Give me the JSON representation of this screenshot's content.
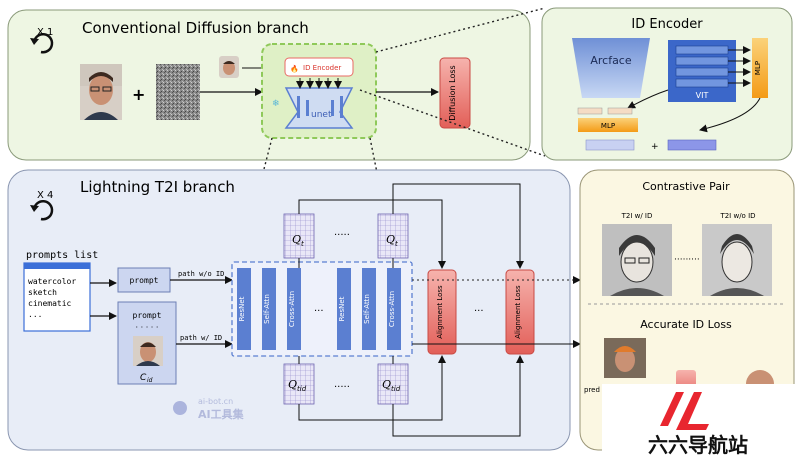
{
  "conventional": {
    "repeat": "X 1",
    "title": "Conventional Diffusion branch",
    "plus": "+",
    "id_encoder_inner": "ID Encoder",
    "unet": "unet",
    "diffusion_loss": "Diffusion Loss"
  },
  "id_encoder": {
    "title": "ID Encoder",
    "arcface": "Arcface",
    "vit": "VIT",
    "mlp_right": "MLP",
    "mlp_left": "MLP",
    "plus": "+"
  },
  "lightning": {
    "repeat": "X 4",
    "title": "Lightning T2I branch",
    "prompts_list_label": "prompts list",
    "prompts": [
      "watercolor",
      "sketch",
      "cinematic",
      "..."
    ],
    "prompt_top": "prompt",
    "prompt_bottom": "prompt",
    "cid": "C",
    "cid_sub": "id",
    "path_without_id": "path w/o ID",
    "path_with_id": "path w/ ID",
    "blocks": [
      "ResNet",
      "Self-Attn",
      "Cross-Attn",
      "ResNet",
      "Self-Attn",
      "Cross-Attn"
    ],
    "dots": "·····",
    "qt": "Q",
    "qt_sub": "t",
    "qtid_sub": "tid",
    "alignment_loss_1": "Alignment Loss",
    "alignment_loss_2": "Alignment Loss"
  },
  "contrastive": {
    "title": "Contrastive Pair",
    "t2i_with_id": "T2I w/ ID",
    "t2i_without_id": "T2I w/o ID"
  },
  "accurate": {
    "title": "Accurate ID Loss",
    "pred": "pred"
  },
  "watermark": {
    "site": "ai-bot.cn",
    "name": "AI工具集",
    "corner": "六六导航站"
  },
  "colors": {
    "green_panel": "#eef6e3",
    "blue_panel": "#e8edf7",
    "yellow_panel": "#fbf7e2",
    "loss_red": "#e96a64",
    "unet_blue": "#5b7fd1",
    "arcface_blue": "#9fb8e6",
    "mlp_orange": "#f6a623",
    "corner_red": "#e8262f"
  }
}
